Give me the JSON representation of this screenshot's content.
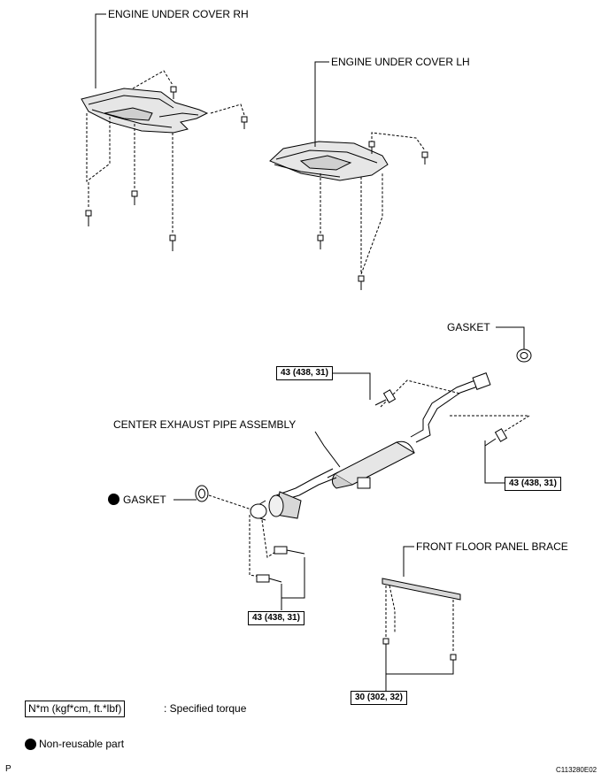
{
  "labels": {
    "engine_under_cover_rh": "ENGINE UNDER COVER RH",
    "engine_under_cover_lh": "ENGINE UNDER COVER LH",
    "gasket_top": "GASKET",
    "center_exhaust_pipe_assembly": "CENTER EXHAUST PIPE ASSEMBLY",
    "gasket_left": "GASKET",
    "front_floor_panel_brace": "FRONT FLOOR PANEL BRACE"
  },
  "torques": {
    "flange_front_upper": "43 (438, 31)",
    "flange_rear": "43 (438, 31)",
    "flange_front_lower": "43 (438, 31)",
    "brace": "30 (302, 32)"
  },
  "legend": {
    "torque_unit": "N*m (kgf*cm, ft.*lbf)",
    "torque_desc": ": Specified torque",
    "non_reusable": "Non-reusable part"
  },
  "footer": {
    "left_code": "P",
    "right_code": "C113280E02"
  }
}
